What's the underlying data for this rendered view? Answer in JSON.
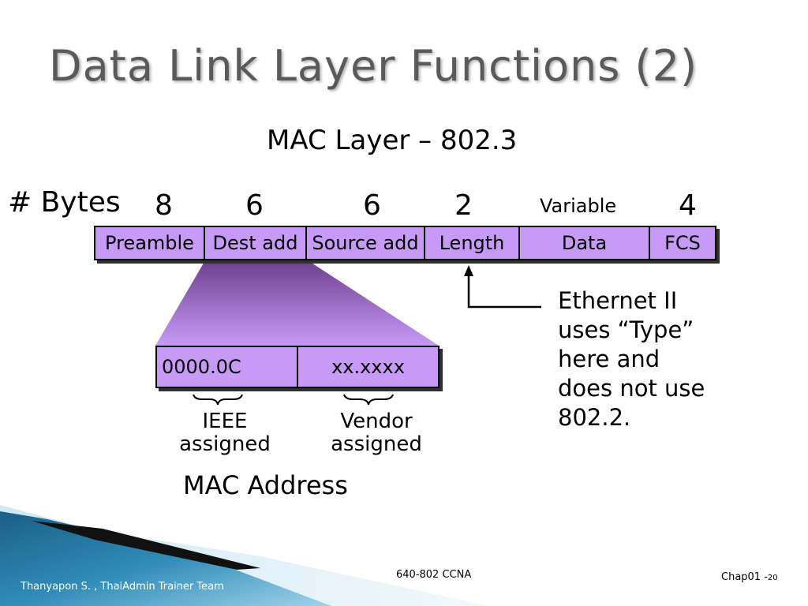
{
  "slide": {
    "title": "Data Link Layer Functions (2)",
    "subtitle": "MAC Layer – 802.3"
  },
  "frame": {
    "bytes_label": "# Bytes",
    "fields": [
      {
        "name": "Preamble",
        "bytes": "8"
      },
      {
        "name": "Dest add",
        "bytes": "6"
      },
      {
        "name": "Source add",
        "bytes": "6"
      },
      {
        "name": "Length",
        "bytes": "2"
      },
      {
        "name": "Data",
        "bytes": "Variable"
      },
      {
        "name": "FCS",
        "bytes": "4"
      }
    ]
  },
  "mac_address": {
    "title": "MAC Address",
    "ieee_part": "0000.0C",
    "vendor_part": "xx.xxxx",
    "ieee_label": [
      "IEEE",
      "assigned"
    ],
    "vendor_label": [
      "Vendor",
      "assigned"
    ]
  },
  "note": {
    "lines": [
      "Ethernet II",
      "uses “Type”",
      "here and",
      "does not use",
      "802.2."
    ]
  },
  "footer": {
    "author": "Thanyapon S. , ThaiAdmin Trainer Team",
    "course": "640-802 CCNA",
    "chapter": "Chap01 -",
    "page": "20"
  },
  "colors": {
    "field_fill": "#c79af7",
    "title_gray": "#5a5a5a",
    "trapezoid_top": "#6e3f8e",
    "trapezoid_bottom": "#c79af7"
  }
}
